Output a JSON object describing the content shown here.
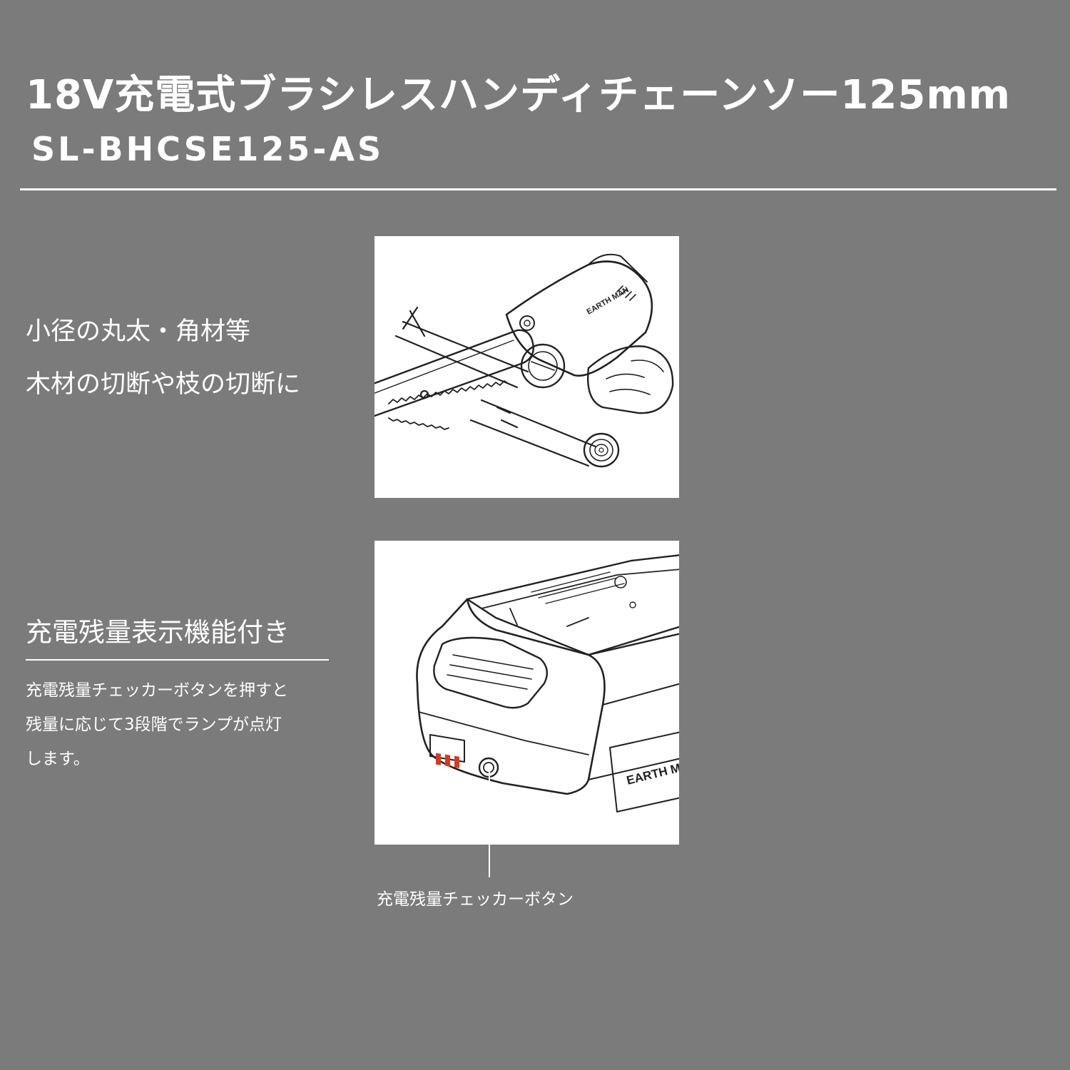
{
  "header": {
    "title": "18V充電式ブラシレスハンディチェーンソー125mm",
    "model": "SL-BHCSE125-AS"
  },
  "feature_cutting": {
    "lines": [
      "小径の丸太・角材等",
      "木材の切断や枝の切断に"
    ],
    "illustration_brand": "EARTH MAN"
  },
  "feature_battery": {
    "heading": "充電残量表示機能付き",
    "description_lines": [
      "充電残量チェッカーボタンを押すと",
      "残量に応じて3段階でランプが点灯",
      "します。"
    ],
    "illustration_brand": "EARTH M",
    "callout_label": "充電残量チェッカーボタン"
  },
  "colors": {
    "background": "#7b7b7b",
    "text": "#ffffff",
    "panel": "#ffffff",
    "lamp": "#d9391f"
  }
}
